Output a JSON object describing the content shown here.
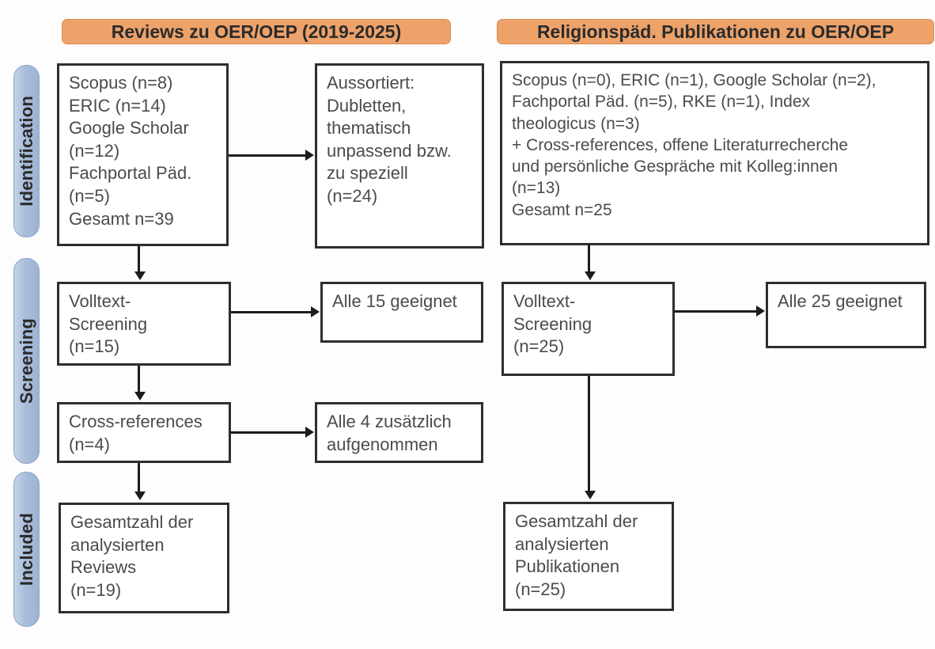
{
  "diagram": {
    "type": "prisma-flow-diagram",
    "columns": [
      {
        "id": "reviews",
        "banner": "Reviews zu OER/OEP (2019-2025)"
      },
      {
        "id": "religionspaed",
        "banner": "Religionspäd. Publikationen zu OER/OEP"
      }
    ],
    "phases": [
      {
        "id": "identification",
        "label": "Identification"
      },
      {
        "id": "screening",
        "label": "Screening"
      },
      {
        "id": "included",
        "label": "Included"
      }
    ],
    "nodes": {
      "left_identification": "Scopus (n=8)\nERIC (n=14)\nGoogle Scholar\n(n=12)\nFachportal Päd.\n(n=5)\nGesamt n=39",
      "left_excluded": "Aussortiert:\nDubletten,\nthematisch\nunpassend bzw.\nzu speziell\n(n=24)",
      "left_screening": "Volltext-\nScreening\n(n=15)",
      "left_screening_result": "Alle 15 geeignet",
      "left_crossrefs": "Cross-references\n(n=4)",
      "left_crossrefs_result": "Alle 4 zusätzlich\naufgenommen",
      "left_included": "Gesamtzahl der\nanalysierten\nReviews\n(n=19)",
      "right_identification": "Scopus (n=0), ERIC (n=1), Google Scholar (n=2),\nFachportal Päd. (n=5), RKE (n=1), Index\ntheologicus (n=3)\n+ Cross-references, offene Literaturrecherche\nund persönliche Gespräche mit Kolleg:innen\n(n=13)\nGesamt n=25",
      "right_screening": "Volltext-\nScreening\n(n=25)",
      "right_screening_result": "Alle 25 geeignet",
      "right_included": "Gesamtzahl der\nanalysierten\nPublikationen\n(n=25)"
    },
    "counts": {
      "left_scopus": 8,
      "left_eric": 14,
      "left_google_scholar": 12,
      "left_fachportal": 5,
      "left_total": 39,
      "left_excluded": 24,
      "left_fulltext_screening": 15,
      "left_crossrefs": 4,
      "left_included": 19,
      "right_scopus": 0,
      "right_eric": 1,
      "right_google_scholar": 2,
      "right_fachportal": 5,
      "right_rke": 1,
      "right_index_theologicus": 3,
      "right_other_sources": 13,
      "right_total": 25,
      "right_fulltext_screening": 25,
      "right_included": 25
    },
    "colors": {
      "banner_fill": "#eda26a",
      "phase_pill_fill": "#a9bdda",
      "box_border": "#2e2e2e",
      "text": "#4b4b4b",
      "connector": "#1c1c1c"
    }
  }
}
